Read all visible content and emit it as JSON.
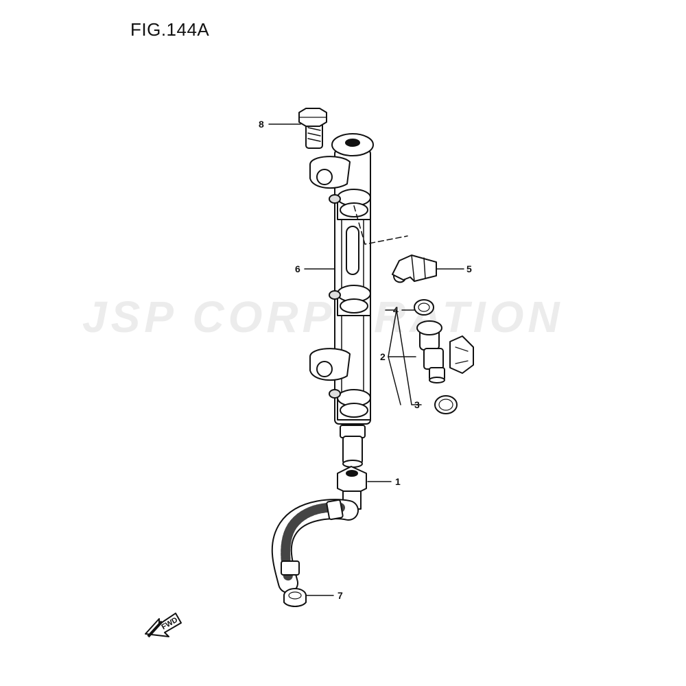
{
  "figure": {
    "title": "FIG.144A"
  },
  "watermark": {
    "text": "JSP CORPORATION"
  },
  "callouts": {
    "c1": "1",
    "c2": "2",
    "c3": "3",
    "c4": "4",
    "c5": "5",
    "c6": "6",
    "c7": "7",
    "c8": "8"
  },
  "direction": {
    "label": "FWD"
  }
}
